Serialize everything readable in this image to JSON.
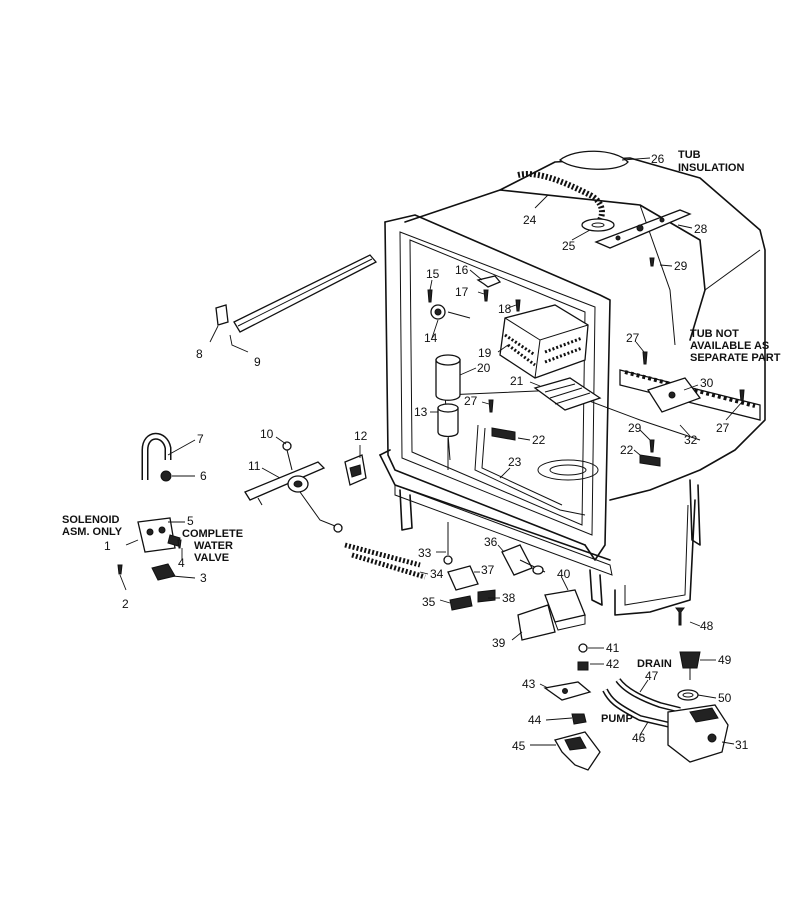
{
  "captions": {
    "tub_insulation_1": "TUB",
    "tub_insulation_2": "INSULATION",
    "tub_note_1": "TUB NOT",
    "tub_note_2": "AVAILABLE AS",
    "tub_note_3": "SEPARATE PART",
    "solenoid_1": "SOLENOID",
    "solenoid_2": "ASM. ONLY",
    "valve_1": "COMPLETE",
    "valve_2": "WATER",
    "valve_3": "VALVE",
    "drain": "DRAIN",
    "pump": "PUMP"
  },
  "callouts": [
    {
      "id": "1",
      "label": "1"
    },
    {
      "id": "2",
      "label": "2"
    },
    {
      "id": "3",
      "label": "3"
    },
    {
      "id": "4",
      "label": "4"
    },
    {
      "id": "5",
      "label": "5"
    },
    {
      "id": "6",
      "label": "6"
    },
    {
      "id": "7",
      "label": "7"
    },
    {
      "id": "8",
      "label": "8"
    },
    {
      "id": "9",
      "label": "9"
    },
    {
      "id": "10",
      "label": "10"
    },
    {
      "id": "11",
      "label": "11"
    },
    {
      "id": "12",
      "label": "12"
    },
    {
      "id": "13",
      "label": "13"
    },
    {
      "id": "14",
      "label": "14"
    },
    {
      "id": "15",
      "label": "15"
    },
    {
      "id": "16",
      "label": "16"
    },
    {
      "id": "17",
      "label": "17"
    },
    {
      "id": "18",
      "label": "18"
    },
    {
      "id": "19",
      "label": "19"
    },
    {
      "id": "20",
      "label": "20"
    },
    {
      "id": "21",
      "label": "21"
    },
    {
      "id": "22a",
      "label": "22"
    },
    {
      "id": "22b",
      "label": "22"
    },
    {
      "id": "23",
      "label": "23"
    },
    {
      "id": "24",
      "label": "24"
    },
    {
      "id": "25",
      "label": "25"
    },
    {
      "id": "26",
      "label": "26"
    },
    {
      "id": "27a",
      "label": "27"
    },
    {
      "id": "27b",
      "label": "27"
    },
    {
      "id": "27c",
      "label": "27"
    },
    {
      "id": "28",
      "label": "28"
    },
    {
      "id": "29a",
      "label": "29"
    },
    {
      "id": "29b",
      "label": "29"
    },
    {
      "id": "30",
      "label": "30"
    },
    {
      "id": "31",
      "label": "31"
    },
    {
      "id": "32",
      "label": "32"
    },
    {
      "id": "33",
      "label": "33"
    },
    {
      "id": "34",
      "label": "34"
    },
    {
      "id": "35",
      "label": "35"
    },
    {
      "id": "36",
      "label": "36"
    },
    {
      "id": "37",
      "label": "37"
    },
    {
      "id": "38",
      "label": "38"
    },
    {
      "id": "39",
      "label": "39"
    },
    {
      "id": "40",
      "label": "40"
    },
    {
      "id": "41",
      "label": "41"
    },
    {
      "id": "42",
      "label": "42"
    },
    {
      "id": "43",
      "label": "43"
    },
    {
      "id": "44",
      "label": "44"
    },
    {
      "id": "45",
      "label": "45"
    },
    {
      "id": "46",
      "label": "46"
    },
    {
      "id": "47",
      "label": "47"
    },
    {
      "id": "48",
      "label": "48"
    },
    {
      "id": "49",
      "label": "49"
    },
    {
      "id": "50",
      "label": "50"
    }
  ]
}
